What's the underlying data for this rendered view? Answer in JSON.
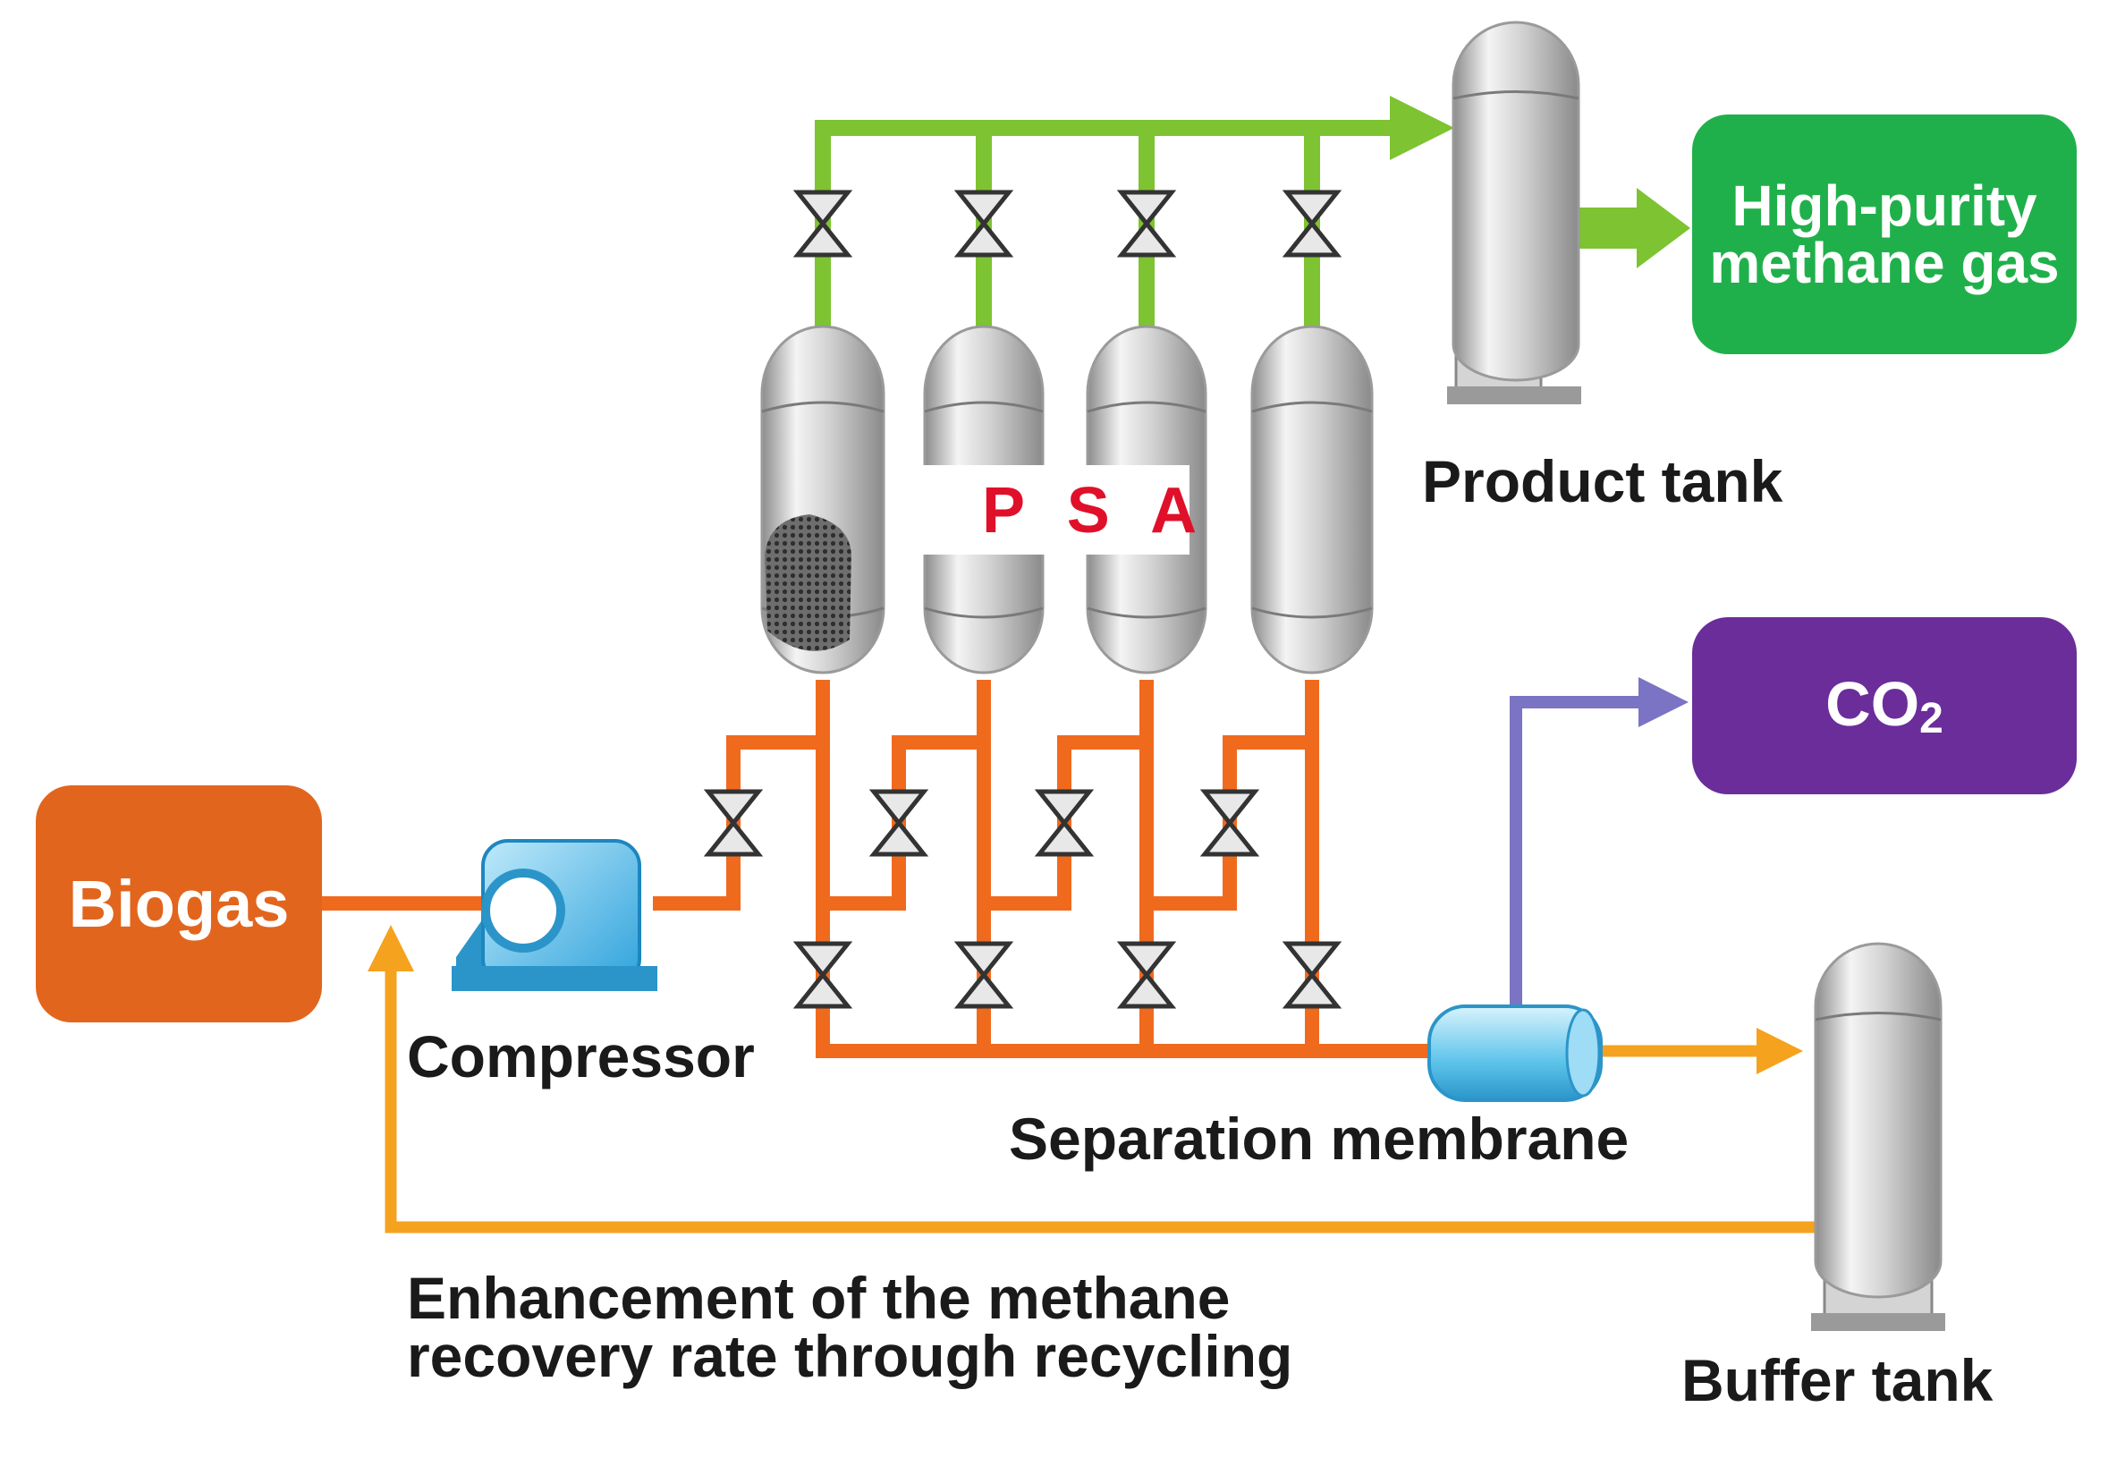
{
  "inputs": {
    "biogas": "Biogas"
  },
  "equipment": {
    "compressor": "Compressor",
    "psa": "P S A",
    "product_tank": "Product tank",
    "separation_membrane": "Separation membrane",
    "buffer_tank": "Buffer tank"
  },
  "outputs": {
    "methane": "High-purity methane gas",
    "co2_main": "CO",
    "co2_sub": "2"
  },
  "caption": {
    "line1": "Enhancement of the methane",
    "line2": "recovery rate through recycling"
  },
  "colors": {
    "biogas_box": "#e2651d",
    "feed_line": "#f06a1e",
    "product_line": "#7dc332",
    "methane_box": "#20b04b",
    "co2_box": "#6a2d9a",
    "co2_line": "#7b74c4",
    "recycle_line": "#f5a21e",
    "psa_text": "#e0102a",
    "compressor": "#45b8e8",
    "membrane": "#5cc3ea"
  }
}
